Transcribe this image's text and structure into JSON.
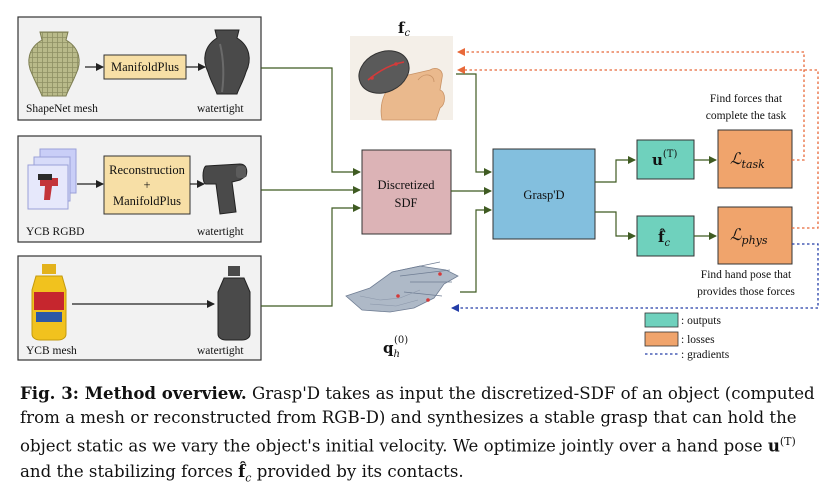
{
  "panels": {
    "shapenet": {
      "input_label": "ShapeNet mesh",
      "process": "ManifoldPlus",
      "output_label": "watertight"
    },
    "ycb_rgbd": {
      "input_label": "YCB RGBD",
      "process_line1": "Reconstruction",
      "process_line2": "+",
      "process_line3": "ManifoldPlus",
      "output_label": "watertight"
    },
    "ycb_mesh": {
      "input_label": "YCB mesh",
      "output_label": "watertight"
    }
  },
  "nodes": {
    "sdf_line1": "Discretized",
    "sdf_line2": "SDF",
    "grasp": "Grasp'D",
    "fc_top": "f",
    "fc_top_sub": "c",
    "qh": "q",
    "qh_sub": "h",
    "qh_sup": "(0)",
    "u": "u",
    "u_sup": "(T)",
    "fhat": "f̂",
    "fhat_sub": "c",
    "loss_task": "ℒ",
    "loss_task_sub": "task",
    "loss_phys": "ℒ",
    "loss_phys_sub": "phys"
  },
  "annotations": {
    "task_line1": "Find forces that",
    "task_line2": "complete the task",
    "phys_line1": "Find hand pose that",
    "phys_line2": "provides those forces"
  },
  "legend": {
    "outputs": ": outputs",
    "losses": ": losses",
    "gradients": ": gradients"
  },
  "colors": {
    "output_fill": "#6fd1bd",
    "loss_fill": "#f0a46c",
    "process_fill": "#f7dfa6",
    "sdf_fill": "#dcb3b6",
    "grasp_fill": "#83bfde",
    "arrow_green": "#3f5b22",
    "arrow_orange": "#e8693a",
    "arrow_blue": "#243ea8"
  },
  "caption": {
    "label": "Fig. 3: Method overview.",
    "body_part1": " Grasp'D takes as input the discretized-SDF of an object (computed from a mesh or reconstructed from RGB-D) and synthesizes a stable grasp that can hold the object static as we vary the object's initial velocity. We optimize jointly over a hand pose ",
    "u": "u",
    "u_sup": "(T)",
    "body_part2": " and the stabilizing forces ",
    "fhat": "f̂",
    "fhat_sub": "c",
    "body_part3": " provided by its contacts."
  }
}
